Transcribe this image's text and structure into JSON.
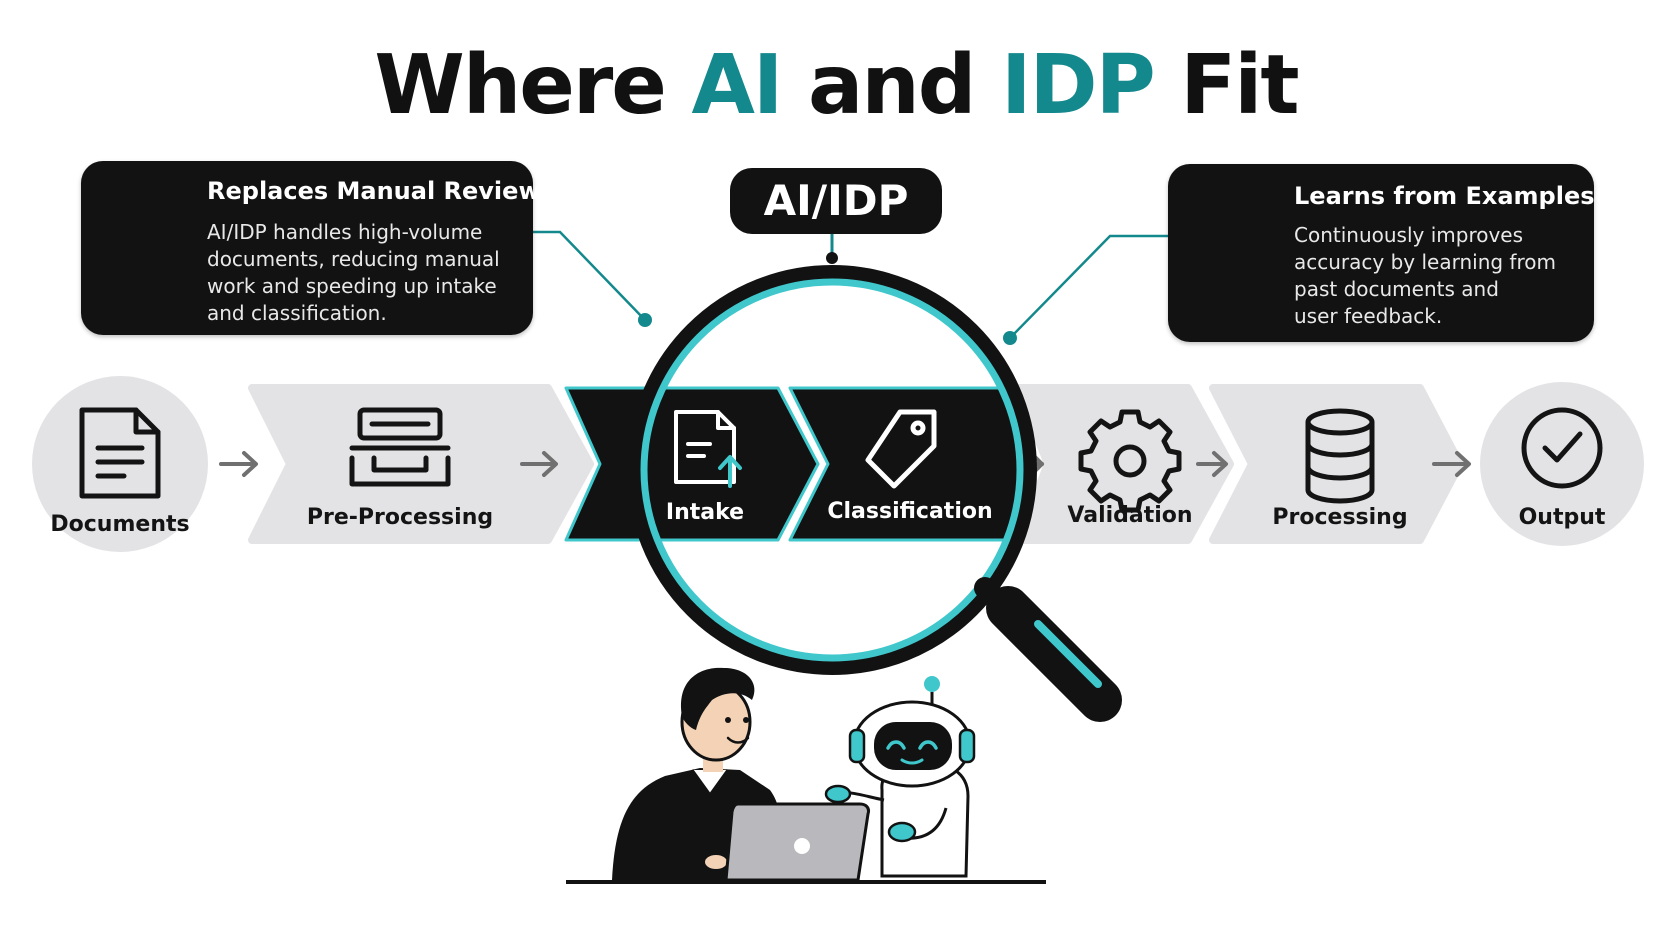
{
  "title": {
    "part1": "Where",
    "part2": "AI",
    "part3": "and",
    "part4": "IDP",
    "part5": "Fit"
  },
  "badge": "AI/IDP",
  "callouts": {
    "left": {
      "title": "Replaces Manual Review",
      "lines": [
        "AI/IDP handles high-volume",
        "documents, reducing manual",
        "work and speeding up intake",
        "and classification."
      ],
      "icon": "document-blocked-icon"
    },
    "right": {
      "title": "Learns from Examples",
      "lines": [
        "Continuously improves",
        "accuracy by learning from",
        "past documents and",
        "user feedback."
      ],
      "icon": "brain-icon"
    }
  },
  "pipeline": {
    "stages": [
      {
        "label": "Documents",
        "icon": "document-icon",
        "highlighted": false
      },
      {
        "label": "Pre-Processing",
        "icon": "scanner-tray-icon",
        "highlighted": false
      },
      {
        "label": "Intake",
        "icon": "document-upload-icon",
        "highlighted": true
      },
      {
        "label": "Classification",
        "icon": "tag-icon",
        "highlighted": true
      },
      {
        "label": "Validation",
        "icon": "gear-icon",
        "highlighted": false
      },
      {
        "label": "Processing",
        "icon": "database-icon",
        "highlighted": false
      },
      {
        "label": "Output",
        "icon": "checkmark-circle-icon",
        "highlighted": false
      }
    ]
  },
  "colors": {
    "accent": "#14898d",
    "cyan": "#3fc7cc",
    "dark": "#121212",
    "light_gray": "#e3e3e6",
    "arrow_gray": "#707070"
  },
  "illustration": {
    "elements": [
      "magnifying-glass",
      "person-with-laptop",
      "robot-assistant"
    ]
  }
}
